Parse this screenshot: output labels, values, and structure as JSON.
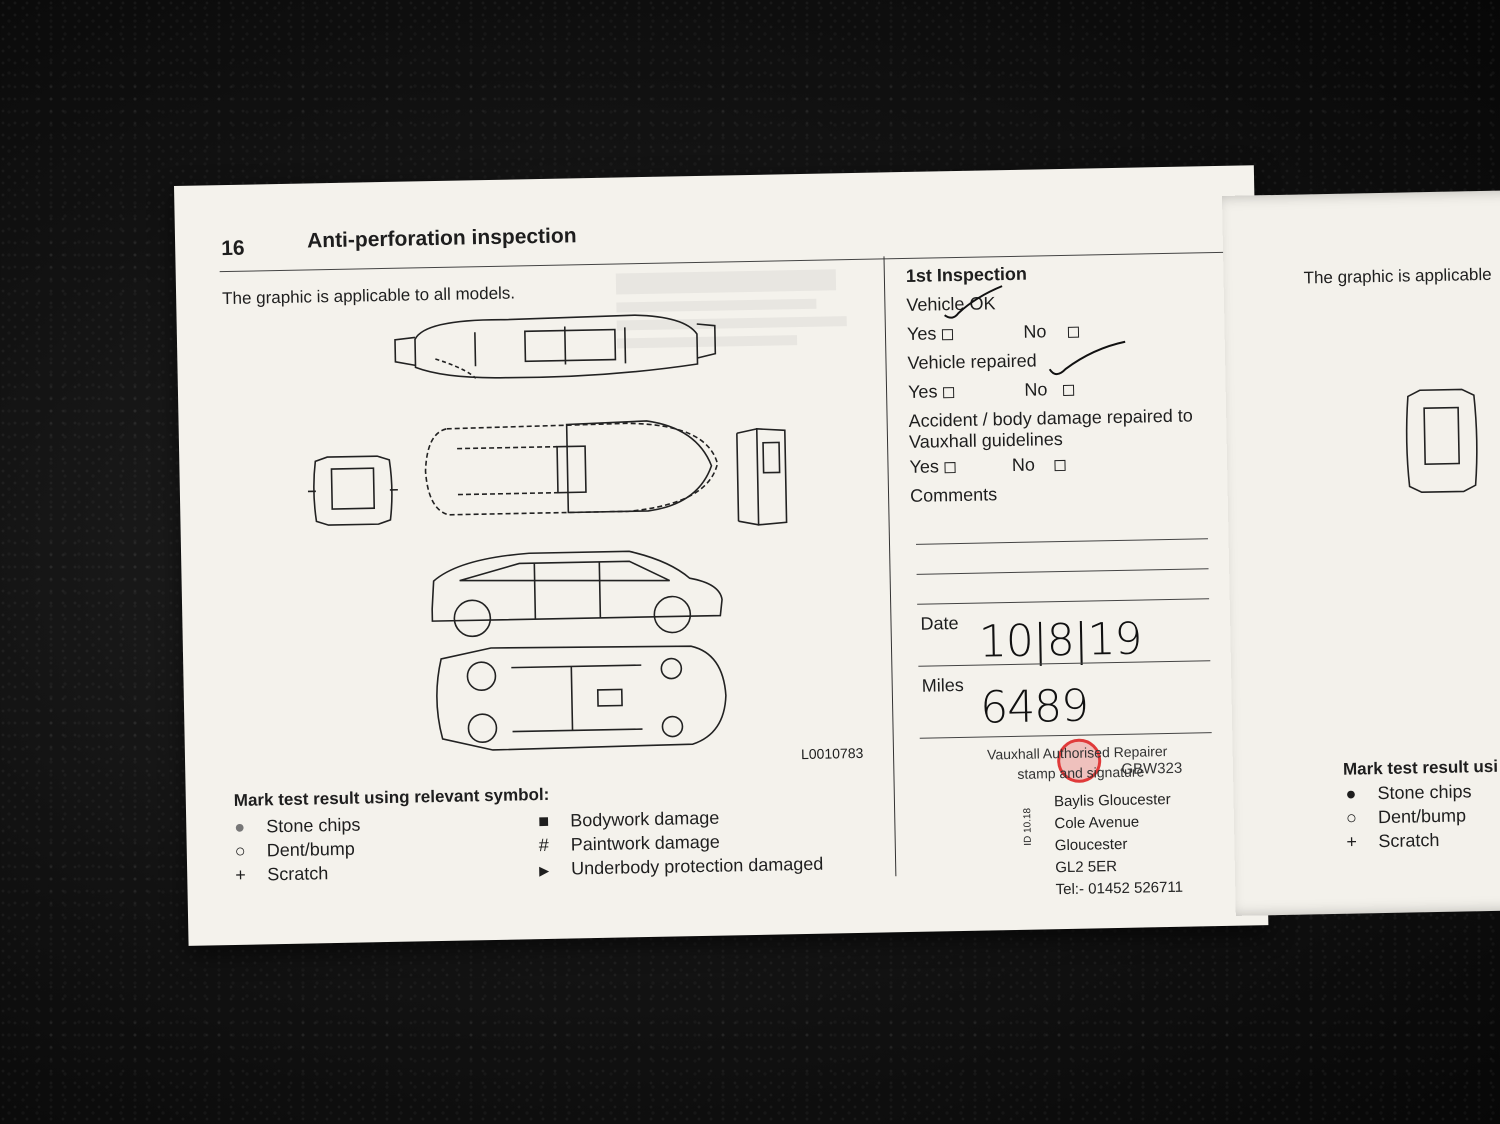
{
  "left_page": {
    "page_number": "16",
    "title": "Anti-perforation inspection",
    "applicability": "The graphic is applicable to all models.",
    "diagram_code": "L0010783",
    "legend_title": "Mark test result using relevant symbol:",
    "legend": [
      {
        "icon": "filled-circle-icon",
        "symbol": "●",
        "label": "Stone chips"
      },
      {
        "icon": "open-circle-icon",
        "symbol": "○",
        "label": "Dent/bump"
      },
      {
        "icon": "plus-icon",
        "symbol": "+",
        "label": "Scratch"
      },
      {
        "icon": "filled-square-icon",
        "symbol": "■",
        "label": "Bodywork damage"
      },
      {
        "icon": "hash-icon",
        "symbol": "#",
        "label": "Paintwork damage"
      },
      {
        "icon": "triangle-right-icon",
        "symbol": "▶",
        "label": "Underbody protection damaged"
      }
    ]
  },
  "inspection": {
    "heading": "1st Inspection",
    "q1": "Vehicle OK",
    "q2": "Vehicle repaired",
    "q3a": "Accident / body damage repaired to",
    "q3b": "Vauxhall guidelines",
    "yes": "Yes",
    "no": "No",
    "comments": "Comments",
    "date_label": "Date",
    "date_value": "10|8|19",
    "miles_label": "Miles",
    "miles_value": "6489",
    "stamp_label_1": "Vauxhall Authorised Repairer",
    "stamp_label_2": "stamp and signature",
    "dealer_code": "GBW323",
    "dealer_lines": [
      "Baylis Gloucester",
      "Cole Avenue",
      "Gloucester",
      "GL2 5ER",
      "Tel:- 01452 526711"
    ],
    "stamp_side": "ID 10.18"
  },
  "right_page": {
    "applicability": "The graphic is applicable",
    "legend_title": "Mark test result usi",
    "legend": [
      {
        "icon": "filled-circle-icon",
        "symbol": "●",
        "label": "Stone chips"
      },
      {
        "icon": "open-circle-icon",
        "symbol": "○",
        "label": "Dent/bump"
      },
      {
        "icon": "plus-icon",
        "symbol": "+",
        "label": "Scratch"
      }
    ]
  },
  "colors": {
    "paper": "#f4f2ec",
    "ink": "#1e1e1e",
    "stamp_red": "#e03a3a",
    "background": "#121212"
  }
}
